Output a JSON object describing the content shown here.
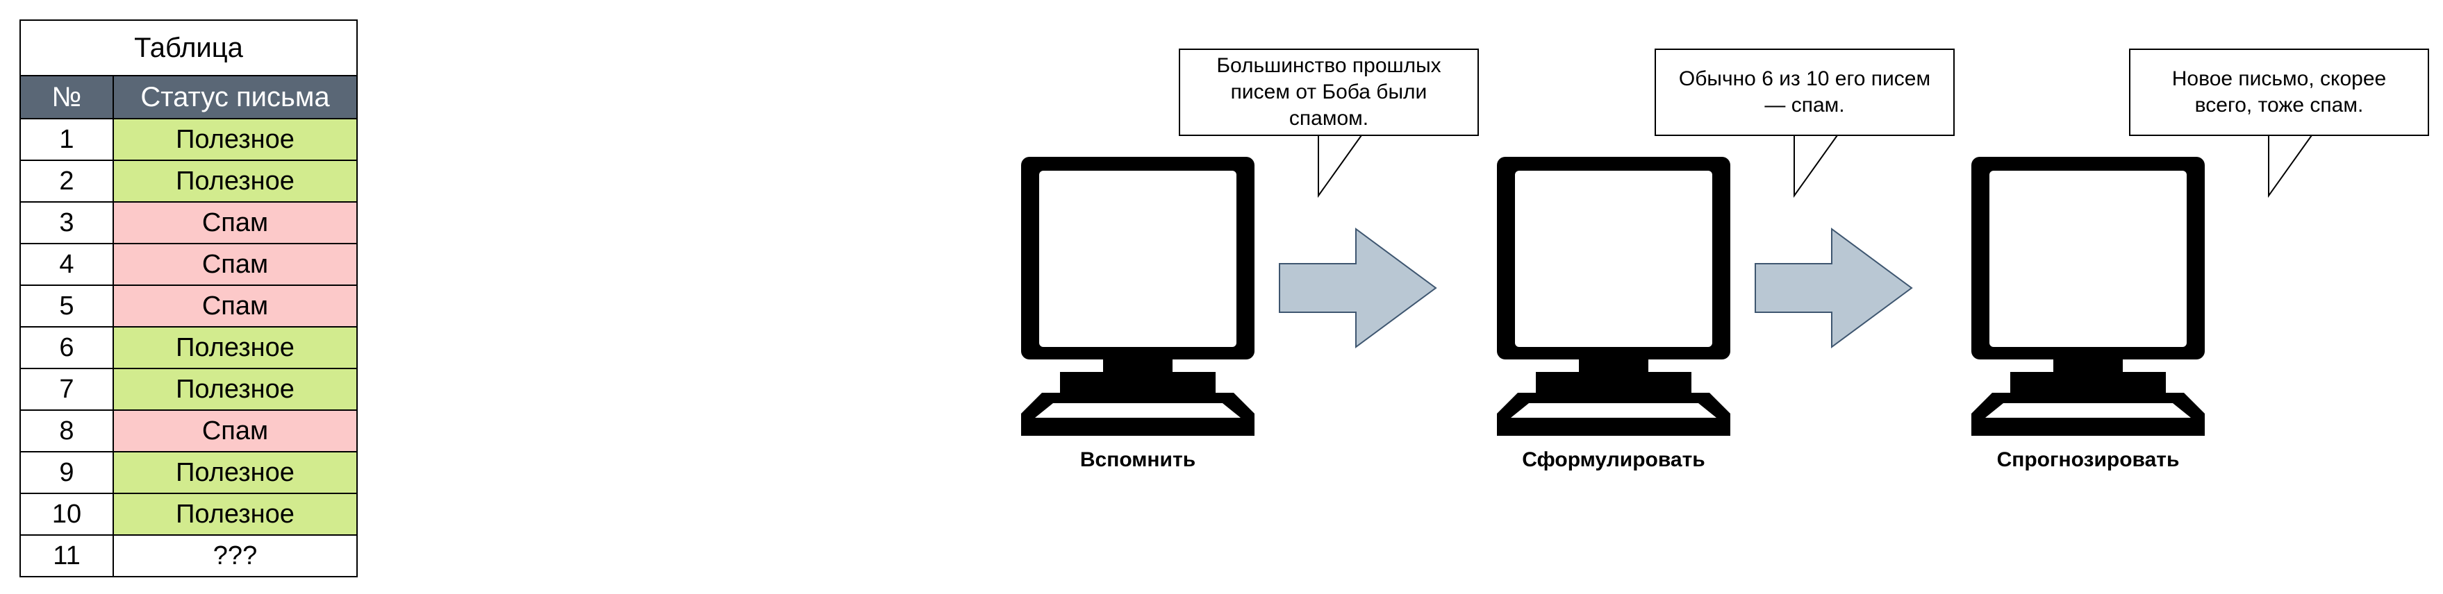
{
  "table": {
    "caption": "Таблица",
    "columns": [
      "№",
      "Статус письма"
    ],
    "rows": [
      {
        "num": "1",
        "status": "Полезное",
        "kind": "good"
      },
      {
        "num": "2",
        "status": "Полезное",
        "kind": "good"
      },
      {
        "num": "3",
        "status": "Спам",
        "kind": "spam"
      },
      {
        "num": "4",
        "status": "Спам",
        "kind": "spam"
      },
      {
        "num": "5",
        "status": "Спам",
        "kind": "spam"
      },
      {
        "num": "6",
        "status": "Полезное",
        "kind": "good"
      },
      {
        "num": "7",
        "status": "Полезное",
        "kind": "good"
      },
      {
        "num": "8",
        "status": "Спам",
        "kind": "spam"
      },
      {
        "num": "9",
        "status": "Полезное",
        "kind": "good"
      },
      {
        "num": "10",
        "status": "Полезное",
        "kind": "good"
      },
      {
        "num": "11",
        "status": "???",
        "kind": "unk"
      }
    ],
    "colors": {
      "header": "#5a6776",
      "good": "#d2eb8e",
      "spam": "#fcc9c9"
    }
  },
  "steps": [
    {
      "label": "Вспомнить",
      "bubble": "Большинство прошлых писем от Боба были спамом.",
      "icon": "computer-icon"
    },
    {
      "label": "Сформулировать",
      "bubble": "Обычно 6 из 10 его писем — спам.",
      "icon": "computer-icon"
    },
    {
      "label": "Спрогнозировать",
      "bubble": "Новое письмо, скорее всего, тоже спам.",
      "icon": "computer-icon"
    }
  ],
  "arrow_color": "#b9c7d3"
}
